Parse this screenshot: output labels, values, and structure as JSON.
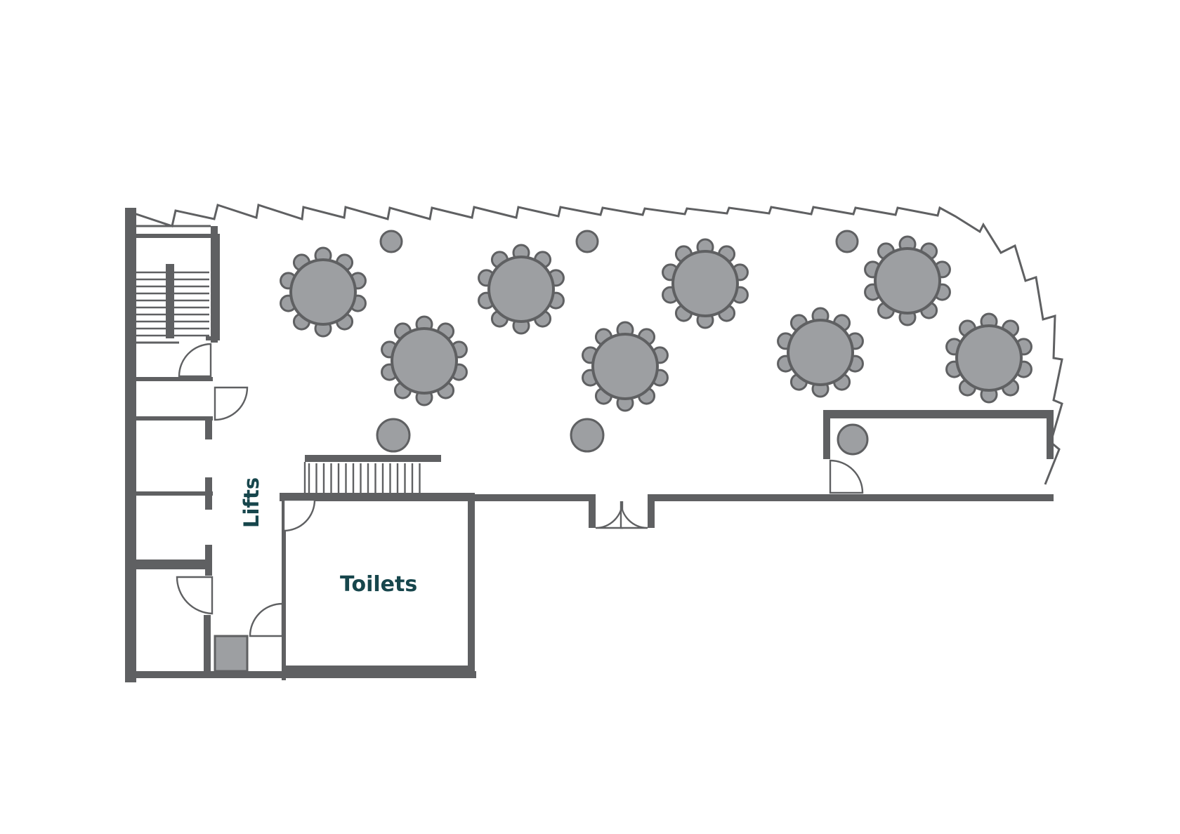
{
  "labels": {
    "lifts": "Lifts",
    "toilets": "Toilets"
  },
  "colors": {
    "wall": "#5f6062",
    "furniture": "#9d9fa2",
    "label": "#17464c",
    "background": "#ffffff"
  },
  "icons": {
    "table": "round-banquet-table",
    "stool": "round-stool",
    "stairs": "staircase",
    "door": "door-swing"
  }
}
